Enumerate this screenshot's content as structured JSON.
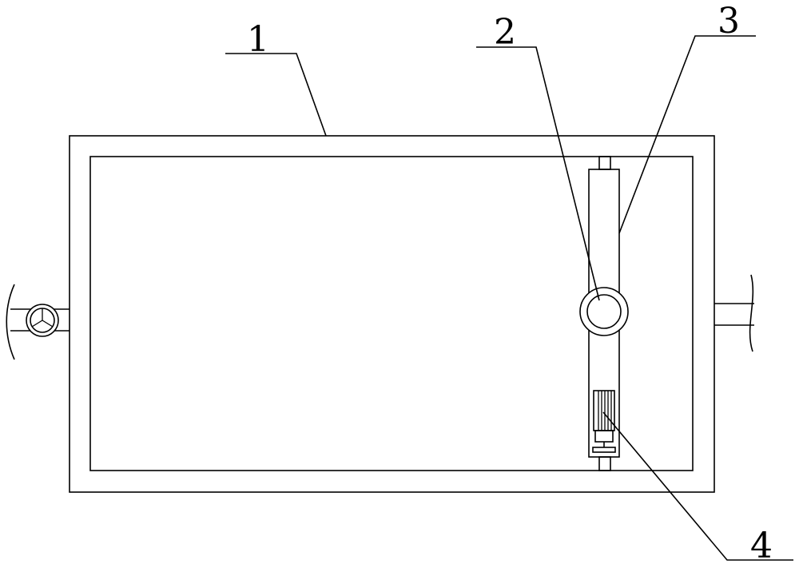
{
  "labels": {
    "label_1": "1",
    "label_2": "2",
    "label_3": "3",
    "label_4": "4"
  },
  "colors": {
    "line": "#000000",
    "background": "#ffffff"
  }
}
